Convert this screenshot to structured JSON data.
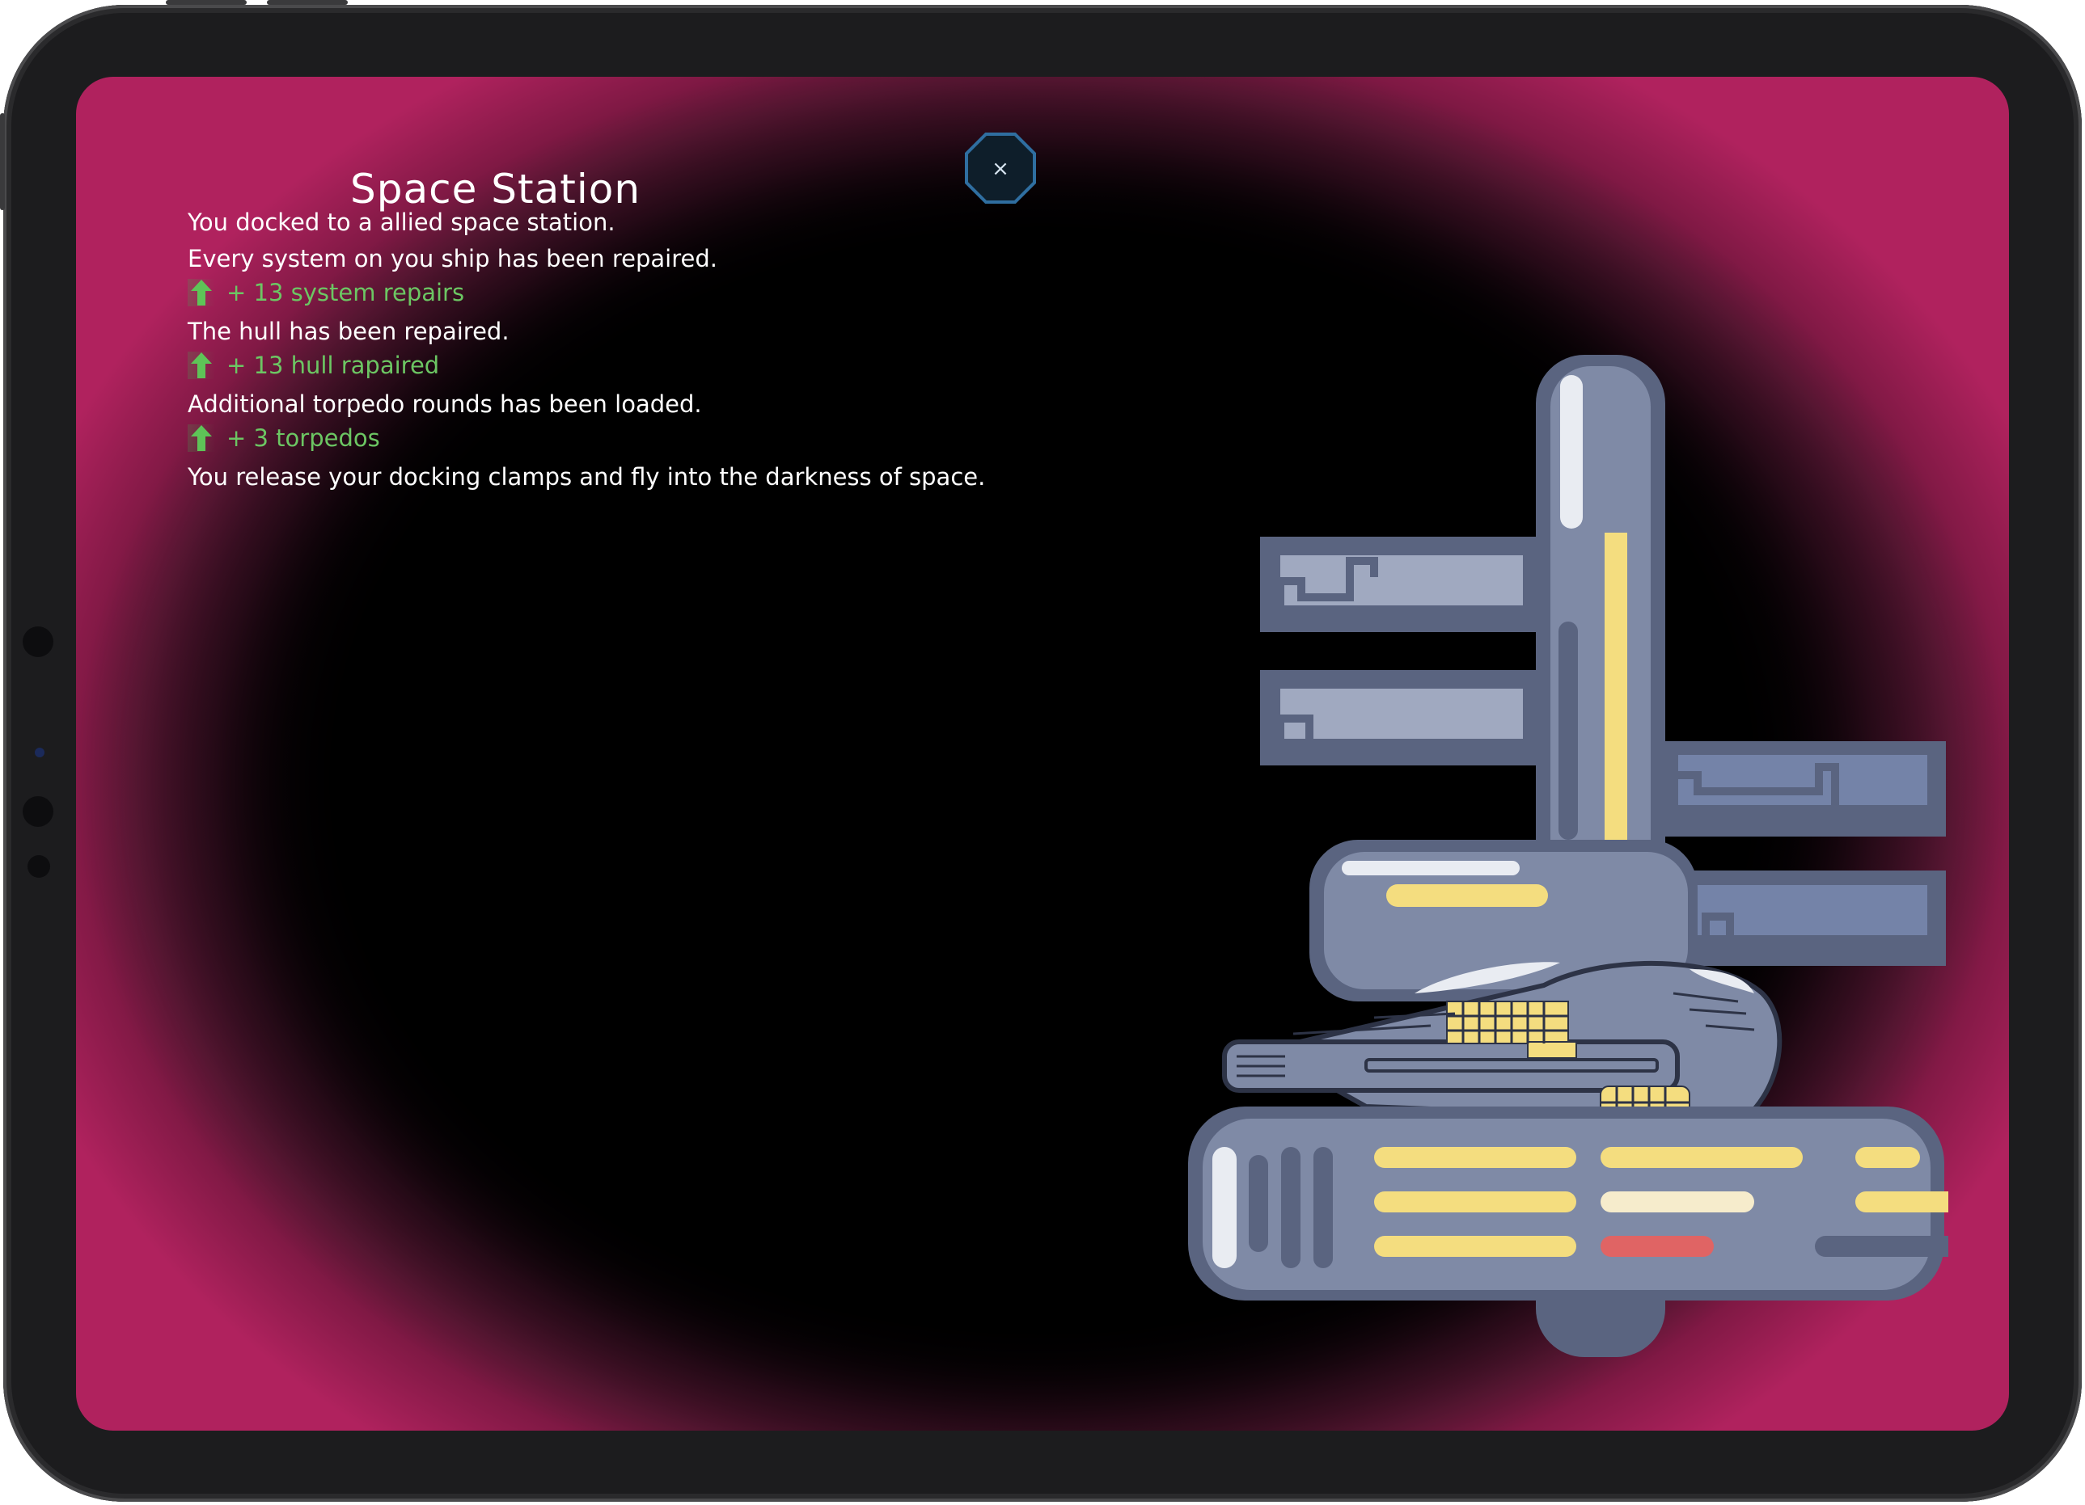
{
  "dialog": {
    "title": "Space Station",
    "close_label": "×",
    "log": [
      {
        "kind": "text",
        "text": "You docked to a allied space station."
      },
      {
        "kind": "text",
        "text": "Every system on you ship has been repaired."
      },
      {
        "kind": "bonus",
        "text": "+ 13 system repairs"
      },
      {
        "kind": "text",
        "text": "The hull has been repaired."
      },
      {
        "kind": "bonus",
        "text": "+ 13 hull rapaired"
      },
      {
        "kind": "text",
        "text": "Additional torpedo rounds has been loaded."
      },
      {
        "kind": "bonus",
        "text": "+ 3 torpedos"
      },
      {
        "kind": "text",
        "text": "You release your docking clamps and fly into the darkness of space."
      }
    ]
  },
  "icons": {
    "bonus": "up-arrow-icon",
    "close": "close-icon",
    "art": "space-station-illustration"
  },
  "colors": {
    "accent_magenta": "#b0225e",
    "bonus_green": "#6cc663",
    "close_border": "#2f6ea0",
    "station_body": "#7f8aa6",
    "station_light": "#f4dd7f"
  }
}
